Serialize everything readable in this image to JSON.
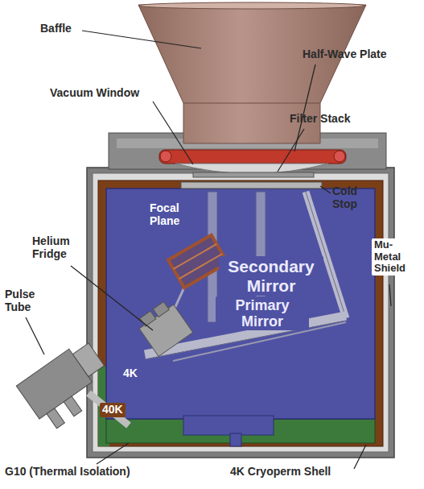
{
  "diagram": {
    "labels": [
      "Baffle",
      "Half-Wave Plate",
      "Vacuum Window",
      "Filter Stack",
      "Cold Stop",
      "Focal Plane",
      "Secondary Mirror",
      "Mu-Metal Shield",
      "Helium Fridge",
      "Pulse Tube",
      "Primary Mirror",
      "4K",
      "40K",
      "G10 (Thermal Isolation)",
      "4K Cryoperm Shell"
    ]
  }
}
